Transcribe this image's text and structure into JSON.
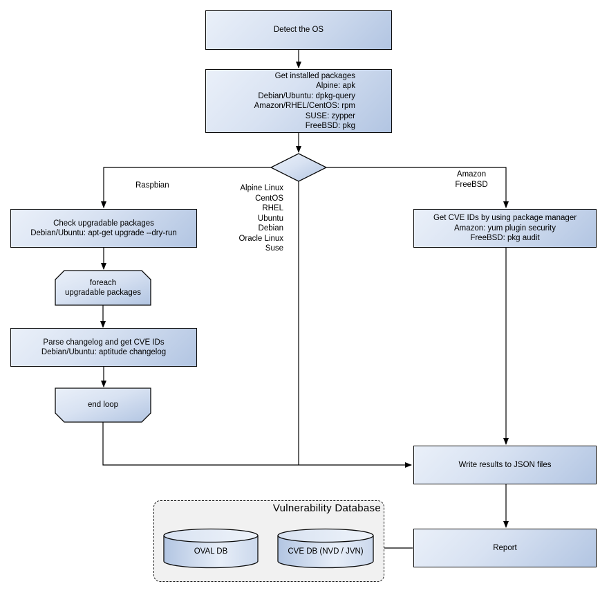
{
  "colors": {
    "node_fill_light": "#eaf0f9",
    "node_fill_dark": "#b2c5e2",
    "node_border": "#0a0a0a",
    "db_container_fill": "#f1f1f1",
    "connector": "#000000",
    "canvas_bg": "#ffffff"
  },
  "nodes": {
    "detect_os": {
      "label": "Detect the OS"
    },
    "get_packages": {
      "label": "Get installed packages\nAlpine: apk\nDebian/Ubuntu: dpkg-query\nAmazon/RHEL/CentOS: rpm\nSUSE: zypper\nFreeBSD: pkg"
    },
    "check_upgradable": {
      "label": "Check upgradable packages\nDebian/Ubuntu: apt-get upgrade --dry-run"
    },
    "foreach_loop": {
      "label": "foreach\nupgradable  packages"
    },
    "parse_changelog": {
      "label": "Parse changelog and get  CVE IDs\nDebian/Ubuntu: aptitude changelog"
    },
    "end_loop": {
      "label": "end loop"
    },
    "get_cve_package_manager": {
      "label": "Get CVE IDs by using package manager\nAmazon: yum plugin security\nFreeBSD: pkg audit"
    },
    "write_results": {
      "label": "Write results to JSON files"
    },
    "report": {
      "label": "Report"
    },
    "oval_db": {
      "label": "OVAL DB"
    },
    "cve_db": {
      "label": "CVE DB (NVD / JVN)"
    }
  },
  "edge_labels": {
    "raspbian": "Raspbian",
    "os_list": "Alpine Linux\nCentOS\nRHEL\nUbuntu\nDebian\nOracle Linux\nSuse",
    "amazon_freebsd": "Amazon\nFreeBSD"
  },
  "container": {
    "vulnerability_db_title": "Vulnerability Database"
  }
}
